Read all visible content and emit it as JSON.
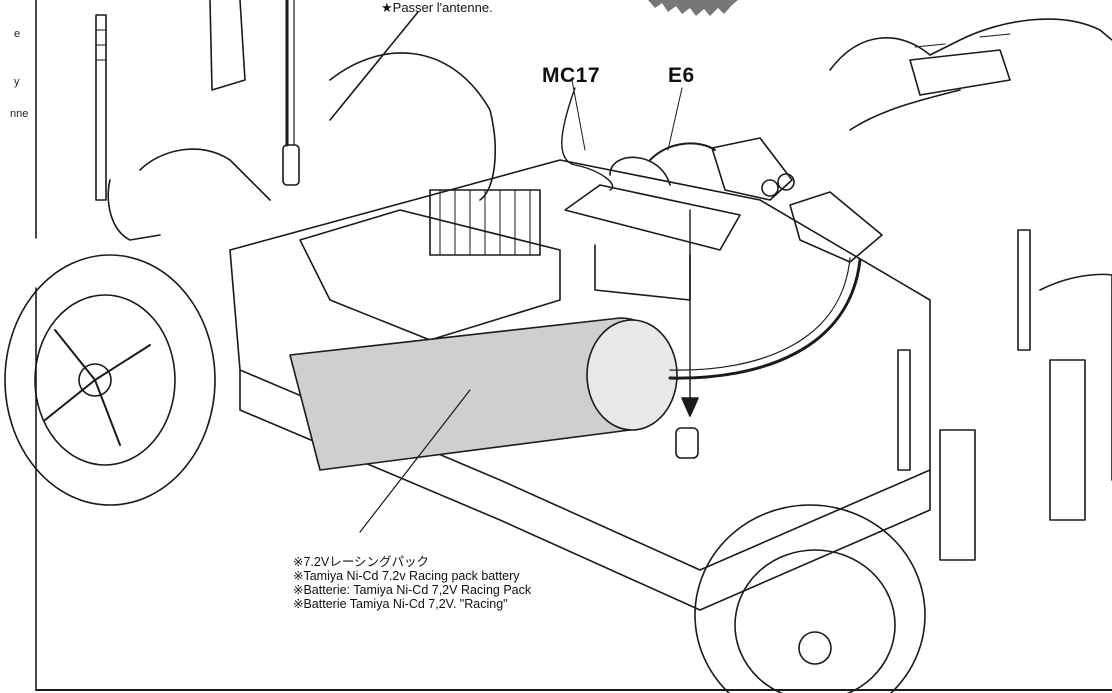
{
  "left_margin_fragments": [
    "e",
    "y",
    "nne"
  ],
  "antenna_note": "★Passer l'antenne.",
  "parts": {
    "mc17": "MC17",
    "e6": "E6"
  },
  "battery_notes": [
    "※7.2Vレーシングパック",
    "※Tamiya Ni-Cd 7.2v Racing pack battery",
    "※Batterie: Tamiya Ni-Cd 7,2V Racing Pack",
    "※Batterie Tamiya Ni-Cd 7,2V. \"Racing\""
  ],
  "colors": {
    "line": "#1a1a1a",
    "battery_fill": "#cfcfcf",
    "badge": "#777777"
  }
}
